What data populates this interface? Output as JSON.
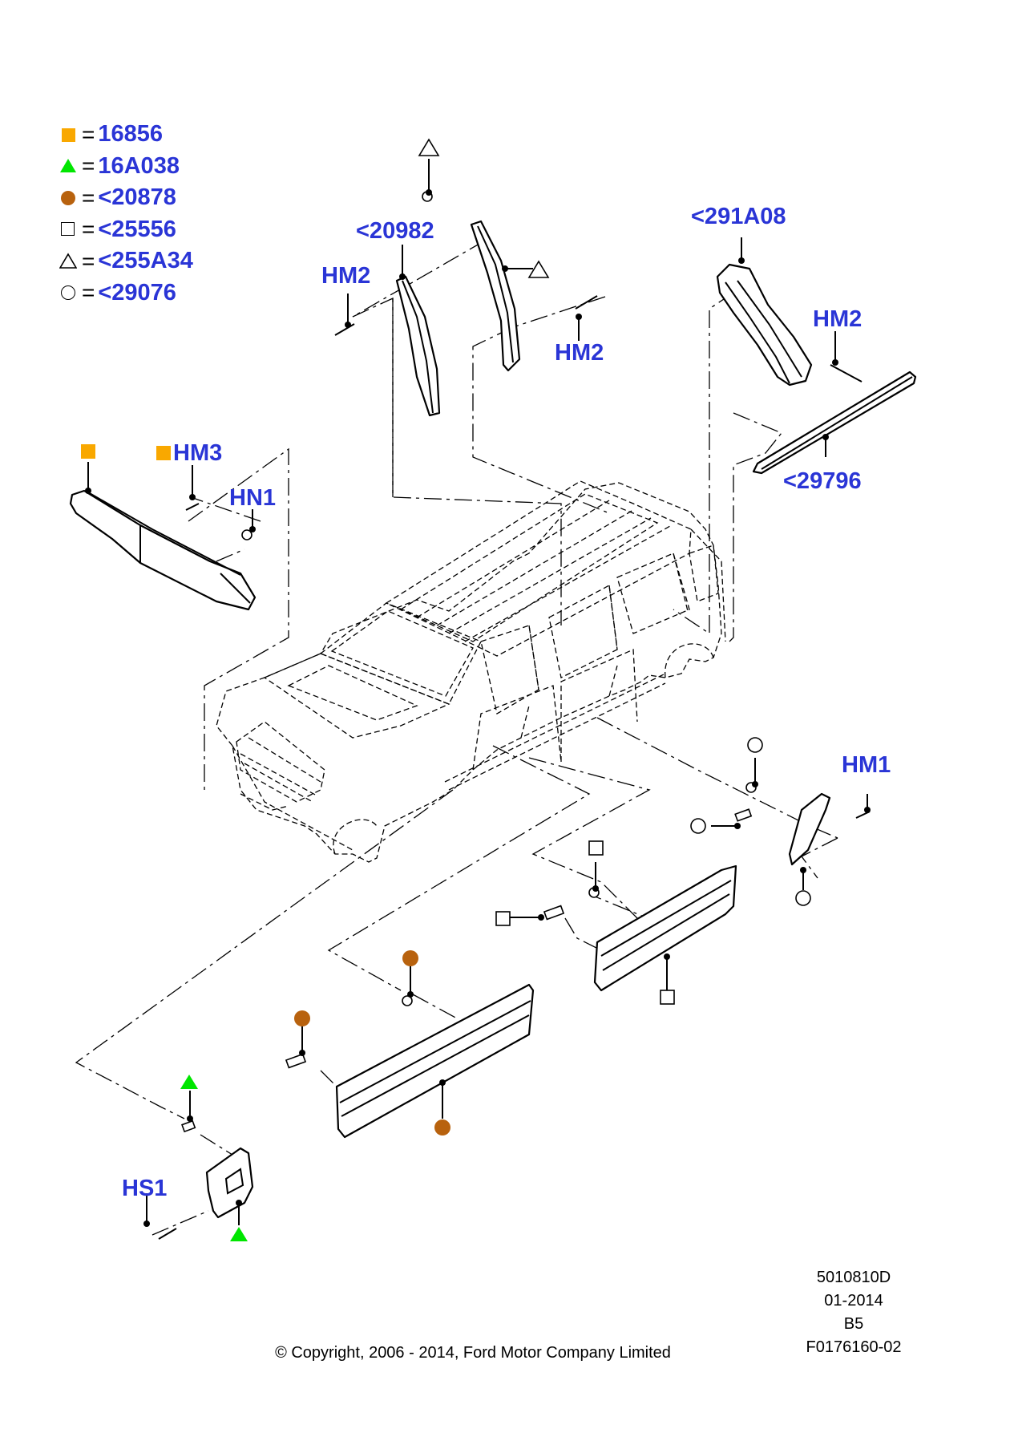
{
  "legend": [
    {
      "symbol": "filled-orange-square",
      "equals": "=",
      "code": "16856",
      "color": "#f9a800"
    },
    {
      "symbol": "filled-green-triangle",
      "equals": "=",
      "code": "16A038",
      "color": "#00e600"
    },
    {
      "symbol": "filled-brown-circle",
      "equals": "=",
      "code": "<20878",
      "color": "#b8620e"
    },
    {
      "symbol": "open-square",
      "equals": "=",
      "code": "<25556"
    },
    {
      "symbol": "open-triangle",
      "equals": "=",
      "code": "<255A34"
    },
    {
      "symbol": "open-circle",
      "equals": "=",
      "code": "<29076"
    }
  ],
  "labels": {
    "l20982": "<20982",
    "l291A08": "<291A08",
    "l29796": "<29796",
    "hm2_a": "HM2",
    "hm2_b": "HM2",
    "hm2_c": "HM2",
    "hm3": "HM3",
    "hn1": "HN1",
    "hm1": "HM1",
    "hs1": "HS1"
  },
  "footer": {
    "line1": "5010810D",
    "line2": "01-2014",
    "line3": "B5",
    "line4": "F0176160-02",
    "copyright": "© Copyright, 2006 - 2014, Ford Motor Company Limited"
  },
  "colors": {
    "label_blue": "#2a35d6",
    "orange": "#f9a800",
    "green": "#00e600",
    "brown": "#b8620e"
  }
}
